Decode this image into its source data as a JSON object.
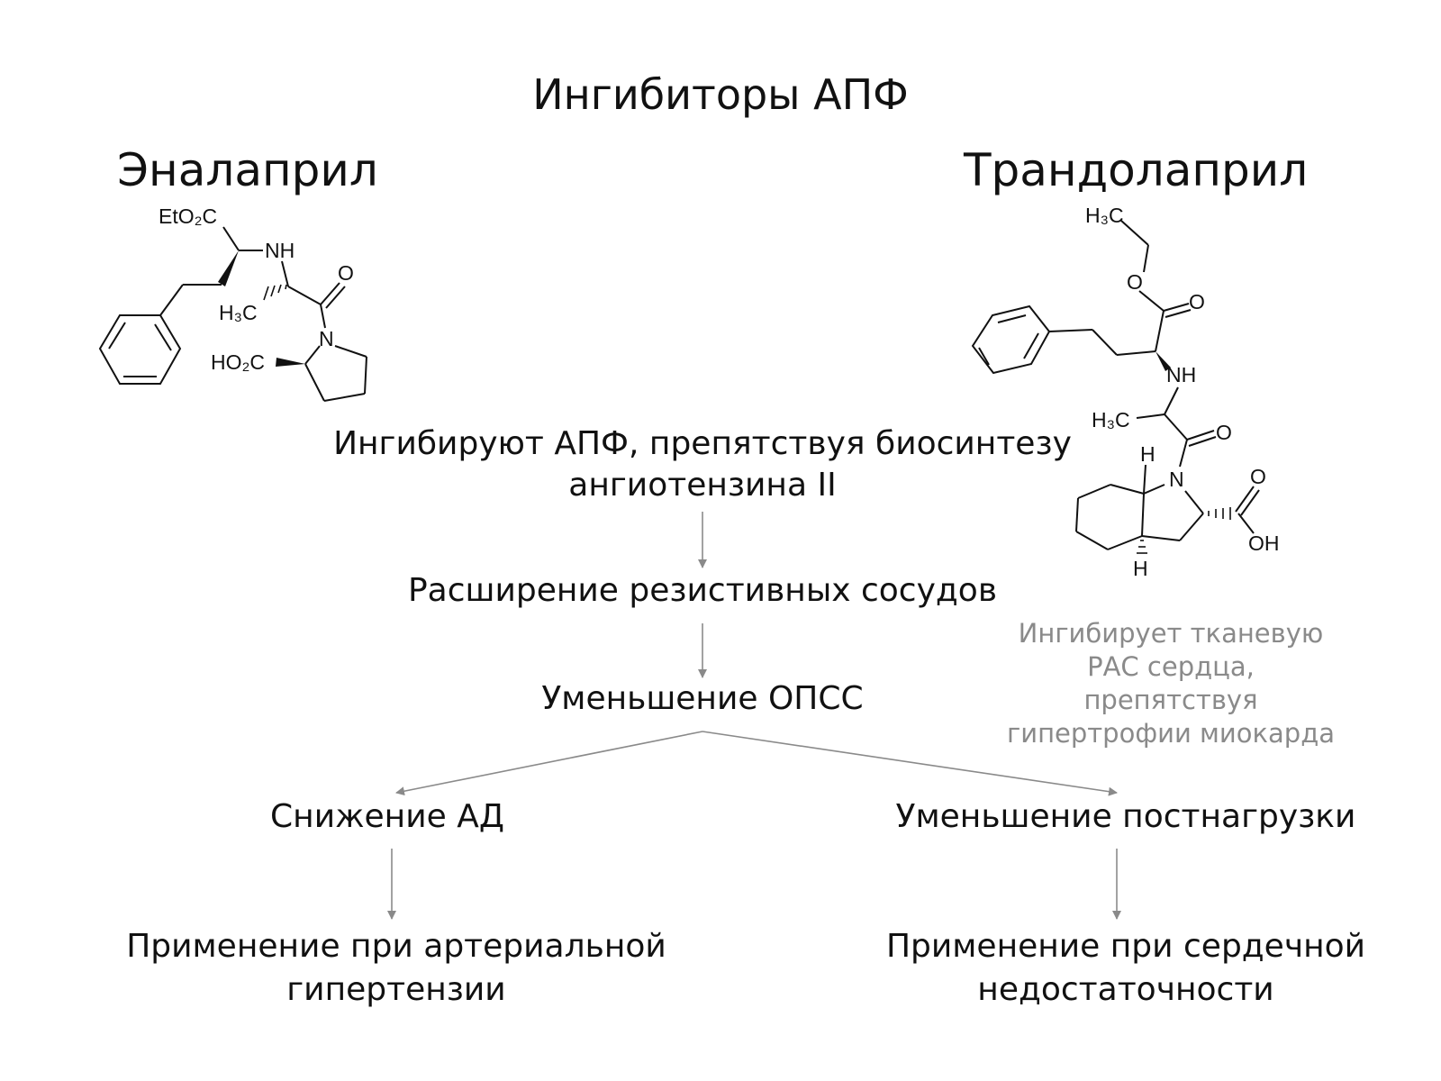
{
  "title": "Ингибиторы АПФ",
  "drugs": {
    "left": {
      "name": "Эналаприл",
      "labels": {
        "ester": "EtO₂C",
        "nh": "NH",
        "o": "O",
        "methyl": "H₃C",
        "n": "N",
        "acid": "HO₂C"
      }
    },
    "right": {
      "name": "Трандолаприл",
      "labels": {
        "methyl_top": "H₃C",
        "ester_o": "O",
        "carbonyl_o": "O",
        "nh": "NH",
        "methyl": "H₃C",
        "amide_o": "O",
        "h_top": "H",
        "n": "N",
        "acid_o": "O",
        "oh": "OH",
        "h_bottom": "H"
      }
    }
  },
  "flow": {
    "step1": [
      "Ингибируют АПФ, препятствуя биосинтезу",
      "ангиотензина II"
    ],
    "step2": "Расширение резистивных сосудов",
    "step3": "Уменьшение ОПСС",
    "left_branch": "Снижение АД",
    "right_branch": "Уменьшение постнагрузки",
    "left_outcome": [
      "Применение при артериальной",
      "гипертензии"
    ],
    "right_outcome": [
      "Применение при сердечной",
      "недостаточности"
    ]
  },
  "side_note": [
    "Ингибирует тканевую",
    "РАС сердца,",
    "препятствуя",
    "гипертрофии миокарда"
  ],
  "colors": {
    "arrow": "#8a8a8a",
    "note": "#8a8a8a",
    "text": "#111111"
  }
}
